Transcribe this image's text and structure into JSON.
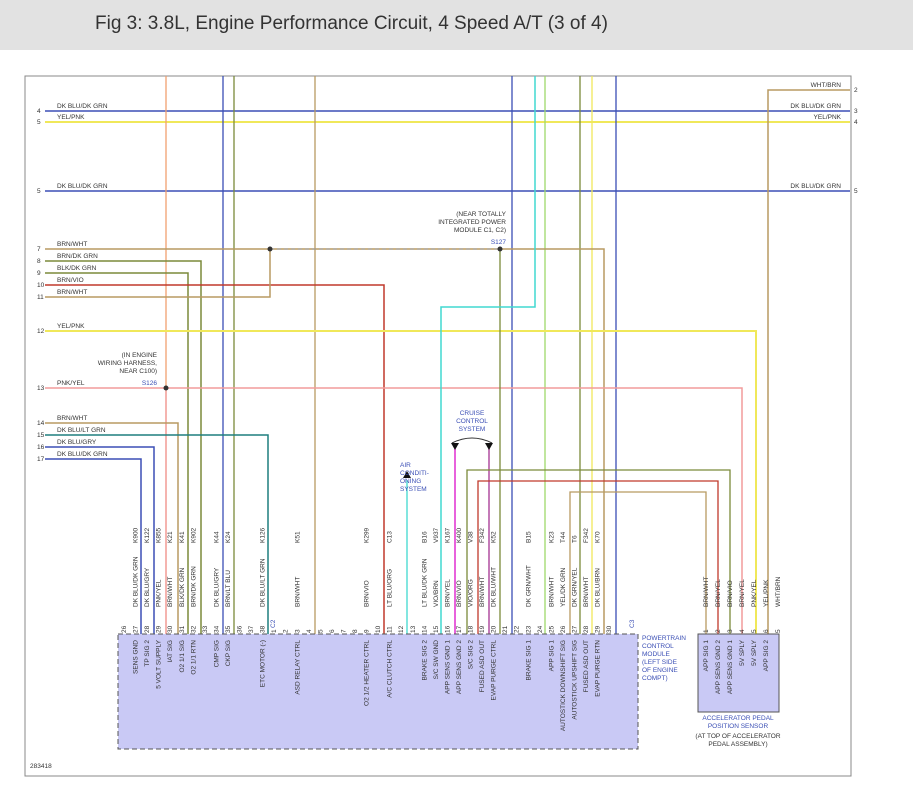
{
  "header": {
    "title": "Fig 3: 3.8L, Engine Performance Circuit, 4 Speed A/T (3 of 4)"
  },
  "colors": {
    "blue": "#3b4fb5",
    "yellow": "#f0e85a",
    "lightgreen": "#9fd86a",
    "olive": "#7b8a3a",
    "tan": "#b89a62",
    "orange": "#f0a070",
    "red": "#c0392b",
    "pink": "#f29b9b",
    "teal": "#1e7f7f",
    "cyan": "#40d8d0",
    "magenta": "#e02fd0",
    "violet": "#b04fa0",
    "pcm_fill": "#c9c9f5"
  },
  "left_connectors": [
    {
      "num": "4",
      "label": "DK BLU/DK GRN"
    },
    {
      "num": "5",
      "label": "YEL/PNK"
    },
    {
      "num": "5",
      "label": "DK BLU/DK GRN"
    },
    {
      "num": "7",
      "label": "BRN/WHT"
    },
    {
      "num": "8",
      "label": "BRN/DK GRN"
    },
    {
      "num": "9",
      "label": "BLK/DK GRN"
    },
    {
      "num": "10",
      "label": "BRN/VIO"
    },
    {
      "num": "11",
      "label": "BRN/WHT"
    },
    {
      "num": "12",
      "label": "YEL/PNK"
    },
    {
      "num": "13",
      "label": "PNK/YEL"
    },
    {
      "num": "14",
      "label": "BRN/WHT"
    },
    {
      "num": "15",
      "label": "DK BLU/LT GRN"
    },
    {
      "num": "16",
      "label": "DK BLU/GRY"
    },
    {
      "num": "17",
      "label": "DK BLU/DK GRN"
    }
  ],
  "right_connectors": [
    {
      "num": "2",
      "label": "WHT/BRN"
    },
    {
      "num": "3",
      "label": "DK BLU/DK GRN"
    },
    {
      "num": "4",
      "label": "YEL/PNK"
    },
    {
      "num": "5",
      "label": "DK BLU/DK GRN"
    }
  ],
  "splices": {
    "s126_note": [
      "(IN ENGINE",
      "WIRING HARNESS,",
      "NEAR C100)"
    ],
    "s126_id": "S126",
    "s127_note": [
      "(NEAR TOTALLY",
      "INTEGRATED POWER",
      "MODULE C1, C2)"
    ],
    "s127_id": "S127"
  },
  "systems": {
    "cruise": [
      "CRUISE",
      "CONTROL",
      "SYSTEM"
    ],
    "ac": [
      "AIR",
      "CONDITI-",
      "ONING",
      "SYSTEM"
    ]
  },
  "pcm_pins": [
    {
      "pin": "26",
      "circuit": "",
      "color": "",
      "signal": ""
    },
    {
      "pin": "27",
      "circuit": "K900",
      "color": "DK BLU/DK GRN",
      "signal": "SENS GND"
    },
    {
      "pin": "28",
      "circuit": "K122",
      "color": "DK BLU/GRY",
      "signal": "TP SIG 2"
    },
    {
      "pin": "29",
      "circuit": "K855",
      "color": "PNK/YEL",
      "signal": "5 VOLT SUPPLY"
    },
    {
      "pin": "30",
      "circuit": "K21",
      "color": "BRN/WHT",
      "signal": "IAT SIG"
    },
    {
      "pin": "31",
      "circuit": "K41",
      "color": "BLK/DK GRN",
      "signal": "O2 1/1 SIG"
    },
    {
      "pin": "32",
      "circuit": "K902",
      "color": "BRN/DK GRN",
      "signal": "O2 1/1 RTN"
    },
    {
      "pin": "33",
      "circuit": "",
      "color": "",
      "signal": ""
    },
    {
      "pin": "34",
      "circuit": "K44",
      "color": "DK BLU/GRY",
      "signal": "CMP SIG"
    },
    {
      "pin": "35",
      "circuit": "K24",
      "color": "BRN/LT BLU",
      "signal": "CKP SIG"
    },
    {
      "pin": "36",
      "circuit": "",
      "color": "",
      "signal": ""
    },
    {
      "pin": "37",
      "circuit": "",
      "color": "",
      "signal": ""
    },
    {
      "pin": "38",
      "circuit": "K126",
      "color": "DK BLU/LT GRN",
      "signal": "ETC MOTOR (-)"
    },
    {
      "pin": "1",
      "circuit": "",
      "color": "",
      "signal": ""
    },
    {
      "pin": "2",
      "circuit": "",
      "color": "",
      "signal": ""
    },
    {
      "pin": "3",
      "circuit": "K51",
      "color": "BRN/WHT",
      "signal": "ASD RELAY CTRL"
    },
    {
      "pin": "4",
      "circuit": "",
      "color": "",
      "signal": ""
    },
    {
      "pin": "5",
      "circuit": "",
      "color": "",
      "signal": ""
    },
    {
      "pin": "6",
      "circuit": "",
      "color": "",
      "signal": ""
    },
    {
      "pin": "7",
      "circuit": "",
      "color": "",
      "signal": ""
    },
    {
      "pin": "8",
      "circuit": "",
      "color": "",
      "signal": ""
    },
    {
      "pin": "9",
      "circuit": "K299",
      "color": "BRN/VIO",
      "signal": "O2 1/2 HEATER CTRL"
    },
    {
      "pin": "10",
      "circuit": "",
      "color": "",
      "signal": ""
    },
    {
      "pin": "11",
      "circuit": "C13",
      "color": "LT BLU/ORG",
      "signal": "A/C CLUTCH CTRL"
    },
    {
      "pin": "12",
      "circuit": "",
      "color": "",
      "signal": ""
    },
    {
      "pin": "13",
      "circuit": "",
      "color": "",
      "signal": ""
    },
    {
      "pin": "14",
      "circuit": "B16",
      "color": "LT BLU/DK GRN",
      "signal": "BRAKE SIG 2"
    },
    {
      "pin": "15",
      "circuit": "V937",
      "color": "VIO/BRN",
      "signal": "S/C SW GND"
    },
    {
      "pin": "16",
      "circuit": "K167",
      "color": "BRN/YEL",
      "signal": "APP SENS GND 1"
    },
    {
      "pin": "17",
      "circuit": "K400",
      "color": "BRN/VIO",
      "signal": "APP SENS GND 2"
    },
    {
      "pin": "18",
      "circuit": "V38",
      "color": "VIO/ORG",
      "signal": "S/C SIG 2"
    },
    {
      "pin": "19",
      "circuit": "F342",
      "color": "BRN/WHT",
      "signal": "FUSED ASD OUT"
    },
    {
      "pin": "20",
      "circuit": "K52",
      "color": "DK BLU/WHT",
      "signal": "EVAP PURGE CTRL"
    },
    {
      "pin": "21",
      "circuit": "",
      "color": "",
      "signal": ""
    },
    {
      "pin": "22",
      "circuit": "",
      "color": "",
      "signal": ""
    },
    {
      "pin": "23",
      "circuit": "B15",
      "color": "DK GRN/WHT",
      "signal": "BRAKE SIG 1"
    },
    {
      "pin": "24",
      "circuit": "",
      "color": "",
      "signal": ""
    },
    {
      "pin": "25",
      "circuit": "K23",
      "color": "BRN/WHT",
      "signal": "APP SIG 1"
    },
    {
      "pin": "26",
      "circuit": "T44",
      "color": "YEL/DK GRN",
      "signal": "AUTOSTICK DOWNSHIFT SIG"
    },
    {
      "pin": "27",
      "circuit": "T6",
      "color": "DK GRN/YEL",
      "signal": "AUTOSTICK UPSHIFT SIG"
    },
    {
      "pin": "28",
      "circuit": "F342",
      "color": "BRN/WHT",
      "signal": "FUSED ASD OUT"
    },
    {
      "pin": "29",
      "circuit": "K70",
      "color": "DK BLU/BRN",
      "signal": "EVAP PURGE RTN"
    },
    {
      "pin": "30",
      "circuit": "",
      "color": "",
      "signal": ""
    }
  ],
  "pcm": {
    "conn_c2": "C2",
    "conn_c3": "C3",
    "label": [
      "POWERTRAIN",
      "CONTROL",
      "MODULE",
      "(LEFT SIDE",
      "OF ENGINE",
      "COMPT)"
    ]
  },
  "apps_pins": [
    {
      "pin": "1",
      "color": "BRN/WHT",
      "signal": "APP SIG 1"
    },
    {
      "pin": "2",
      "color": "BRN/YEL",
      "signal": "APP SENS GND 2"
    },
    {
      "pin": "3",
      "color": "BRN/VIO",
      "signal": "APP SENS GND 1"
    },
    {
      "pin": "4",
      "color": "BRN/YEL",
      "signal": "5V SPLY"
    },
    {
      "pin": "5",
      "color": "PNK/YEL",
      "signal": "5V SPLY"
    },
    {
      "pin": "6",
      "color": "YEL/PNK",
      "signal": "APP SIG 2"
    },
    {
      "pin": "5",
      "color": "WHT/BRN",
      "signal": ""
    }
  ],
  "apps": {
    "label": [
      "ACCELERATOR PEDAL",
      "POSITION SENSOR"
    ],
    "note": [
      "(AT TOP OF ACCELERATOR",
      "PEDAL ASSEMBLY)"
    ]
  },
  "figure_id": "283418"
}
